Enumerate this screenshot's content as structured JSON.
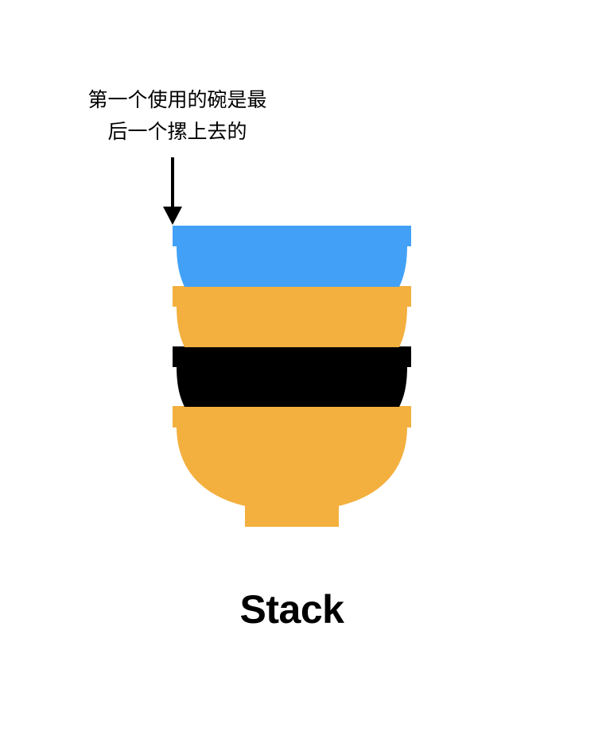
{
  "annotation": {
    "line1": "第一个使用的碗是最",
    "line2": "后一个摞上去的"
  },
  "caption": "Stack",
  "stack": {
    "bowls_top_to_bottom": [
      {
        "color": "#42a1f7"
      },
      {
        "color": "#f3b03e"
      },
      {
        "color": "#000000"
      },
      {
        "color": "#f3b03e"
      }
    ]
  },
  "colors": {
    "arrow": "#000000"
  }
}
